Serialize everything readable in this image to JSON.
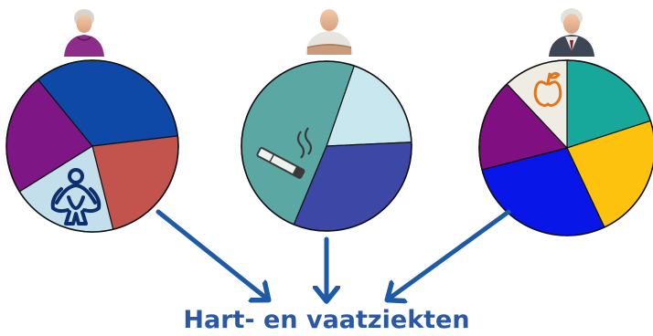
{
  "caption": "Hart- en vaatziekten",
  "colors": {
    "arrow": "#1f5aa6",
    "caption": "#2a58a4"
  },
  "persons": [
    {
      "id": "elderly-woman",
      "icon": "photo-elderly-woman"
    },
    {
      "id": "bald-man",
      "icon": "photo-bald-man-arms-crossed"
    },
    {
      "id": "man-in-suit",
      "icon": "photo-elderly-man-suit"
    }
  ],
  "pies": [
    {
      "id": "left",
      "slices": [
        {
          "fraction": 0.23,
          "color": "#7e1685"
        },
        {
          "fraction": 0.34,
          "color": "#0e49a8"
        },
        {
          "fraction": 0.23,
          "color": "#c2534d",
          "icon": "overweight-person-icon"
        },
        {
          "fraction": 0.2,
          "color": "#c3dfeb"
        }
      ]
    },
    {
      "id": "middle",
      "slices": [
        {
          "fraction": 0.19,
          "color": "#c8e7ef"
        },
        {
          "fraction": 0.32,
          "color": "#3c47a6"
        },
        {
          "fraction": 0.49,
          "color": "#5ba7a3",
          "icon": "cigarette-icon"
        }
      ]
    },
    {
      "id": "right",
      "slices": [
        {
          "fraction": 0.2,
          "color": "#17a79b"
        },
        {
          "fraction": 0.23,
          "color": "#fcc20d"
        },
        {
          "fraction": 0.28,
          "color": "#0916e8"
        },
        {
          "fraction": 0.17,
          "color": "#801081"
        },
        {
          "fraction": 0.12,
          "color": "#efece3",
          "icon": "apple-icon"
        }
      ]
    }
  ]
}
